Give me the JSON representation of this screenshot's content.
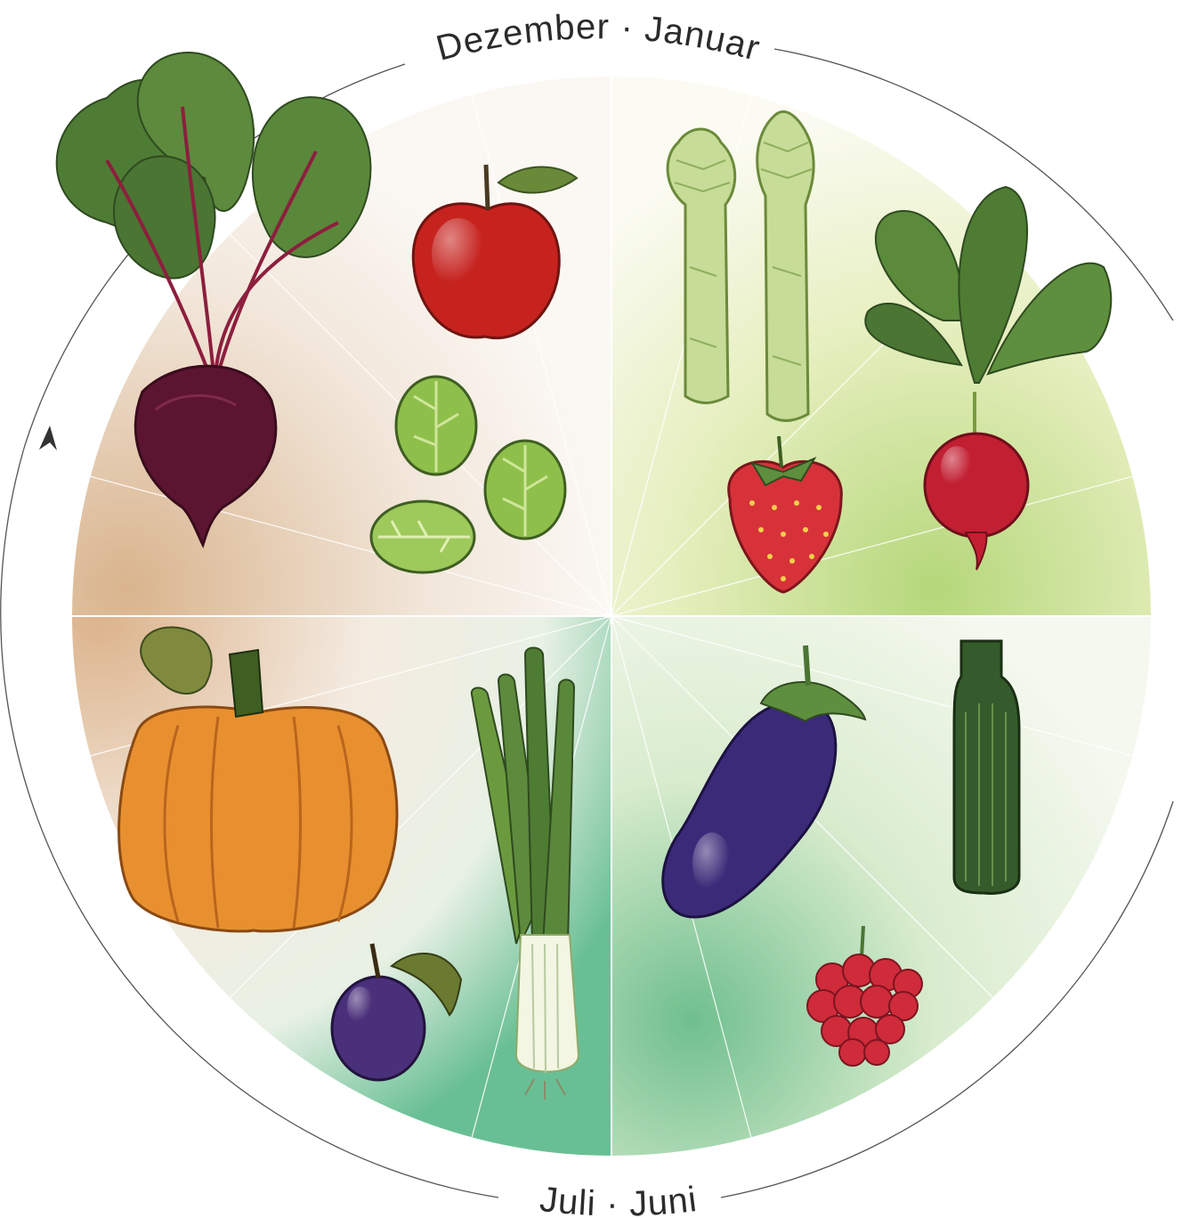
{
  "labels": {
    "top": "Dezember · Januar",
    "bottom": "Juli · Juni"
  },
  "colors": {
    "winter": "#e6cdb2",
    "spring": "#cfe28f",
    "summer": "#79c69b",
    "autumn": "#d8a676",
    "ring": "#444444",
    "divider": "#ffffff"
  },
  "produce": [
    {
      "name": "beetroot",
      "quadrant": "winter"
    },
    {
      "name": "apple",
      "quadrant": "winter"
    },
    {
      "name": "brussels-sprouts",
      "quadrant": "winter"
    },
    {
      "name": "asparagus",
      "quadrant": "spring"
    },
    {
      "name": "radish",
      "quadrant": "spring"
    },
    {
      "name": "strawberry",
      "quadrant": "spring"
    },
    {
      "name": "eggplant",
      "quadrant": "summer"
    },
    {
      "name": "zucchini",
      "quadrant": "summer"
    },
    {
      "name": "raspberry",
      "quadrant": "summer"
    },
    {
      "name": "pumpkin",
      "quadrant": "autumn"
    },
    {
      "name": "leek",
      "quadrant": "autumn"
    },
    {
      "name": "plum",
      "quadrant": "autumn"
    }
  ]
}
